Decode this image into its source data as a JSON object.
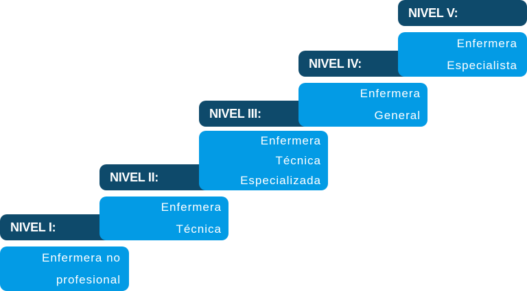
{
  "levels": [
    {
      "label": "NIVEL I:",
      "lines": [
        "Enfermera no",
        "profesional"
      ]
    },
    {
      "label": "NIVEL II:",
      "lines": [
        "Enfermera",
        "Técnica"
      ]
    },
    {
      "label": "NIVEL III:",
      "lines": [
        "Enfermera",
        "Técnica",
        "Especializada"
      ]
    },
    {
      "label": "NIVEL IV:",
      "lines": [
        "Enfermera",
        "General"
      ]
    },
    {
      "label": "NIVEL V:",
      "lines": [
        "Enfermera",
        "Especialista"
      ]
    }
  ],
  "colors": {
    "label_bg": "#0e4a6b",
    "box_bg": "#039be5",
    "text": "#ffffff"
  }
}
